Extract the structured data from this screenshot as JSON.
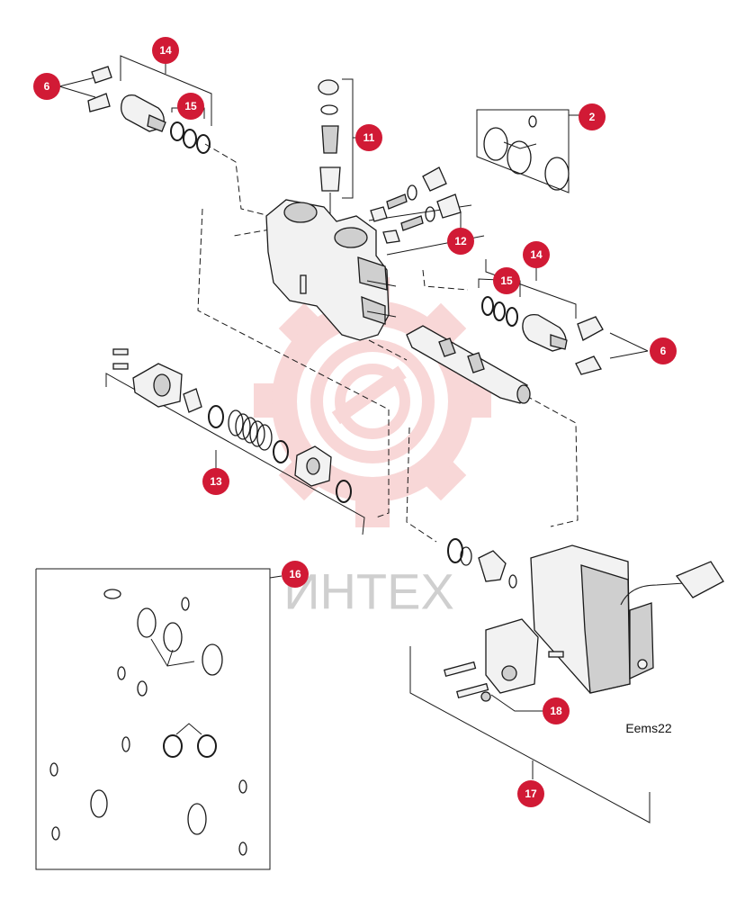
{
  "diagram": {
    "callouts": [
      {
        "id": "c14a",
        "label": "14"
      },
      {
        "id": "c6a",
        "label": "6"
      },
      {
        "id": "c15a",
        "label": "15"
      },
      {
        "id": "c11",
        "label": "11"
      },
      {
        "id": "c2",
        "label": "2"
      },
      {
        "id": "c12",
        "label": "12"
      },
      {
        "id": "c14b",
        "label": "14"
      },
      {
        "id": "c15b",
        "label": "15"
      },
      {
        "id": "c6b",
        "label": "6"
      },
      {
        "id": "c13",
        "label": "13"
      },
      {
        "id": "c16",
        "label": "16"
      },
      {
        "id": "c18",
        "label": "18"
      },
      {
        "id": "c17",
        "label": "17"
      }
    ],
    "watermark_text": "ИНТЕХ",
    "drawing_code": "Eems22"
  },
  "colors": {
    "callout_fill": "#d11a35",
    "callout_text": "#ffffff",
    "watermark": "#f3b7b7",
    "line": "#1a1a1a"
  }
}
